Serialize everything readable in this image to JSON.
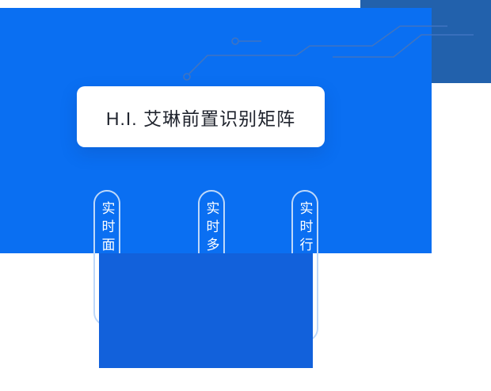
{
  "hero": {
    "title": "H.I. 艾琳前置识别矩阵"
  },
  "pills": [
    {
      "label": "实时面"
    },
    {
      "label": "实时多"
    },
    {
      "label": "实时行"
    }
  ],
  "colors": {
    "bright_blue": "#0a6ff2",
    "dark_blue": "#2261ac",
    "medium_blue": "#1261db",
    "pill_outline": "#bed8f9",
    "circuit_line": "#3f74c2",
    "card_text": "#20242e"
  }
}
